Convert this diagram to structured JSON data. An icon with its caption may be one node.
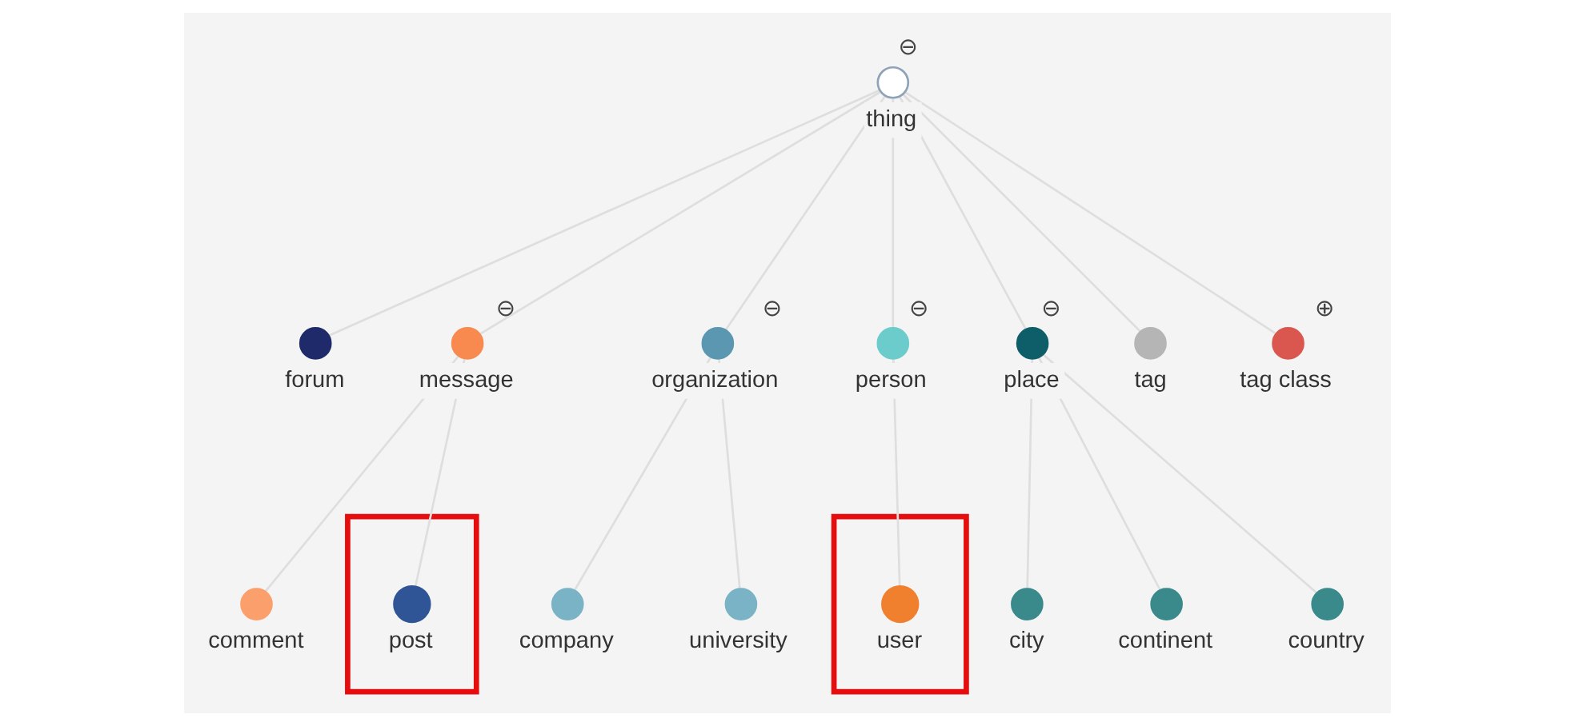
{
  "diagram": {
    "nodes": [
      {
        "text": [
          "thing"
        ],
        "beside": [
          "⊖"
        ]
      },
      {
        "text": [
          "forum"
        ]
      },
      {
        "text": [
          "message"
        ],
        "beside": [
          "⊖"
        ]
      },
      {
        "text": [
          "organization"
        ],
        "beside": [
          "⊖"
        ]
      },
      {
        "text": [
          "person"
        ],
        "beside": [
          "⊖"
        ]
      },
      {
        "text": [
          "place"
        ],
        "beside": [
          "⊖"
        ]
      },
      {
        "text": [
          "tag"
        ]
      },
      {
        "text": [
          "tag class"
        ],
        "beside": [
          "⊕"
        ]
      },
      {
        "text": [
          "comment"
        ]
      },
      {
        "text": [],
        "shape": "box"
      },
      {
        "text": [
          "post"
        ],
        "in": 9
      },
      {
        "text": [
          "company"
        ]
      },
      {
        "text": [
          "university"
        ]
      },
      {
        "text": [],
        "shape": "box"
      },
      {
        "text": [
          "user"
        ],
        "in": 13
      },
      {
        "text": [
          "city"
        ]
      },
      {
        "text": [
          "continent"
        ]
      },
      {
        "text": [
          "country"
        ]
      }
    ],
    "edges": [
      {
        "from": 0,
        "to": 1,
        "arrow": "none"
      },
      {
        "from": 0,
        "to": 2,
        "arrow": "none"
      },
      {
        "from": 0,
        "to": 3,
        "arrow": "none"
      },
      {
        "from": 0,
        "to": 4,
        "arrow": "none"
      },
      {
        "from": 0,
        "to": 5,
        "arrow": "none"
      },
      {
        "from": 0,
        "to": 6,
        "arrow": "none"
      },
      {
        "from": 0,
        "to": 7,
        "arrow": "none"
      },
      {
        "from": 2,
        "to": 8,
        "arrow": "none"
      },
      {
        "from": 2,
        "to": 10,
        "arrow": "none"
      },
      {
        "from": 3,
        "to": 11,
        "arrow": "none"
      },
      {
        "from": 3,
        "to": 12,
        "arrow": "none"
      },
      {
        "from": 4,
        "to": 14,
        "arrow": "none"
      },
      {
        "from": 5,
        "to": 15,
        "arrow": "none"
      },
      {
        "from": 5,
        "to": 16,
        "arrow": "none"
      },
      {
        "from": 5,
        "to": 17,
        "arrow": "none"
      }
    ]
  }
}
